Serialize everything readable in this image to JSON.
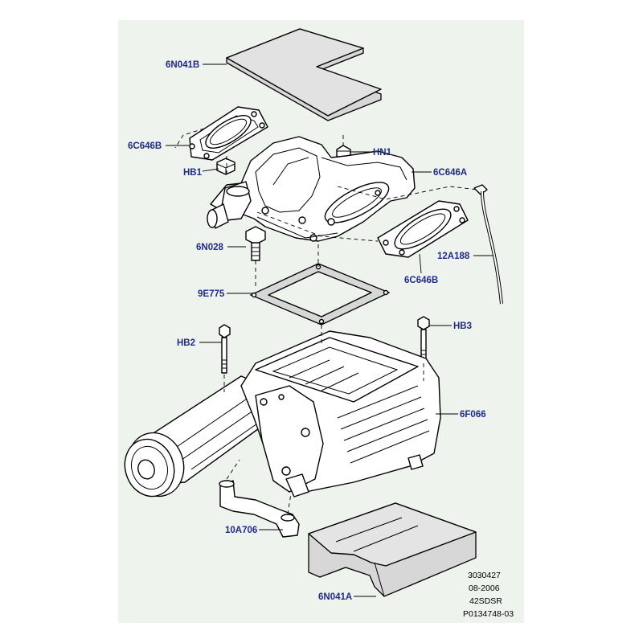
{
  "labels": {
    "cover_top": "6N041B",
    "gasket_left": "6C646B",
    "bolt_hb1": "HB1",
    "nut_hn1": "HN1",
    "outlet_elbow": "6C646A",
    "stud_6n028": "6N028",
    "gasket_right": "6C646B",
    "hose_12a188": "12A188",
    "gasket_9e775": "9E775",
    "bolt_hb2": "HB2",
    "bolt_hb3": "HB3",
    "supercharger": "6F066",
    "bracket_10a706": "10A706",
    "cover_bottom": "6N041A"
  },
  "reference": {
    "line1": "3030427",
    "line2": "08-2006",
    "line3": "42SDSR",
    "line4": "P0134748-03"
  },
  "colors": {
    "panel": "#eef3ee",
    "label_text": "#1f2a8c",
    "cover_fill": "#d7d7d7"
  }
}
